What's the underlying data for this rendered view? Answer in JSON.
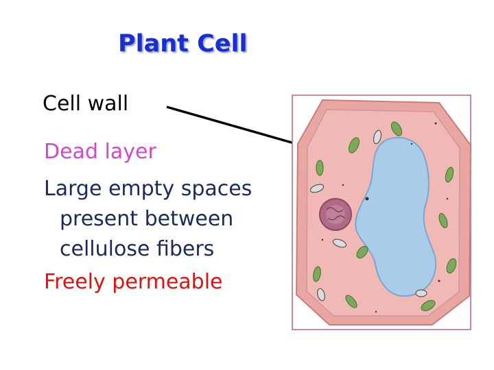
{
  "slide": {
    "title": "Plant Cell",
    "heading": "Cell wall",
    "points": {
      "dead_layer": "Dead layer",
      "large_spaces_1": "Large empty spaces",
      "large_spaces_2": "present between",
      "large_spaces_3": "cellulose fibers",
      "permeable": "Freely permeable"
    }
  },
  "colors": {
    "title": "#1a2fd0",
    "heading": "#000000",
    "dead_layer": "#d148c8",
    "large_spaces": "#1b2a5a",
    "permeable": "#e01010",
    "cell_wall": "#e8a7a2",
    "cytoplasm": "#f0b9b5",
    "vacuole": "#a9cce9",
    "nucleus": "#b06a86",
    "chloroplast": "#7fa95a",
    "frame": "#b0609a"
  },
  "icons": [
    "plant-cell-illustration",
    "pointer-line"
  ]
}
